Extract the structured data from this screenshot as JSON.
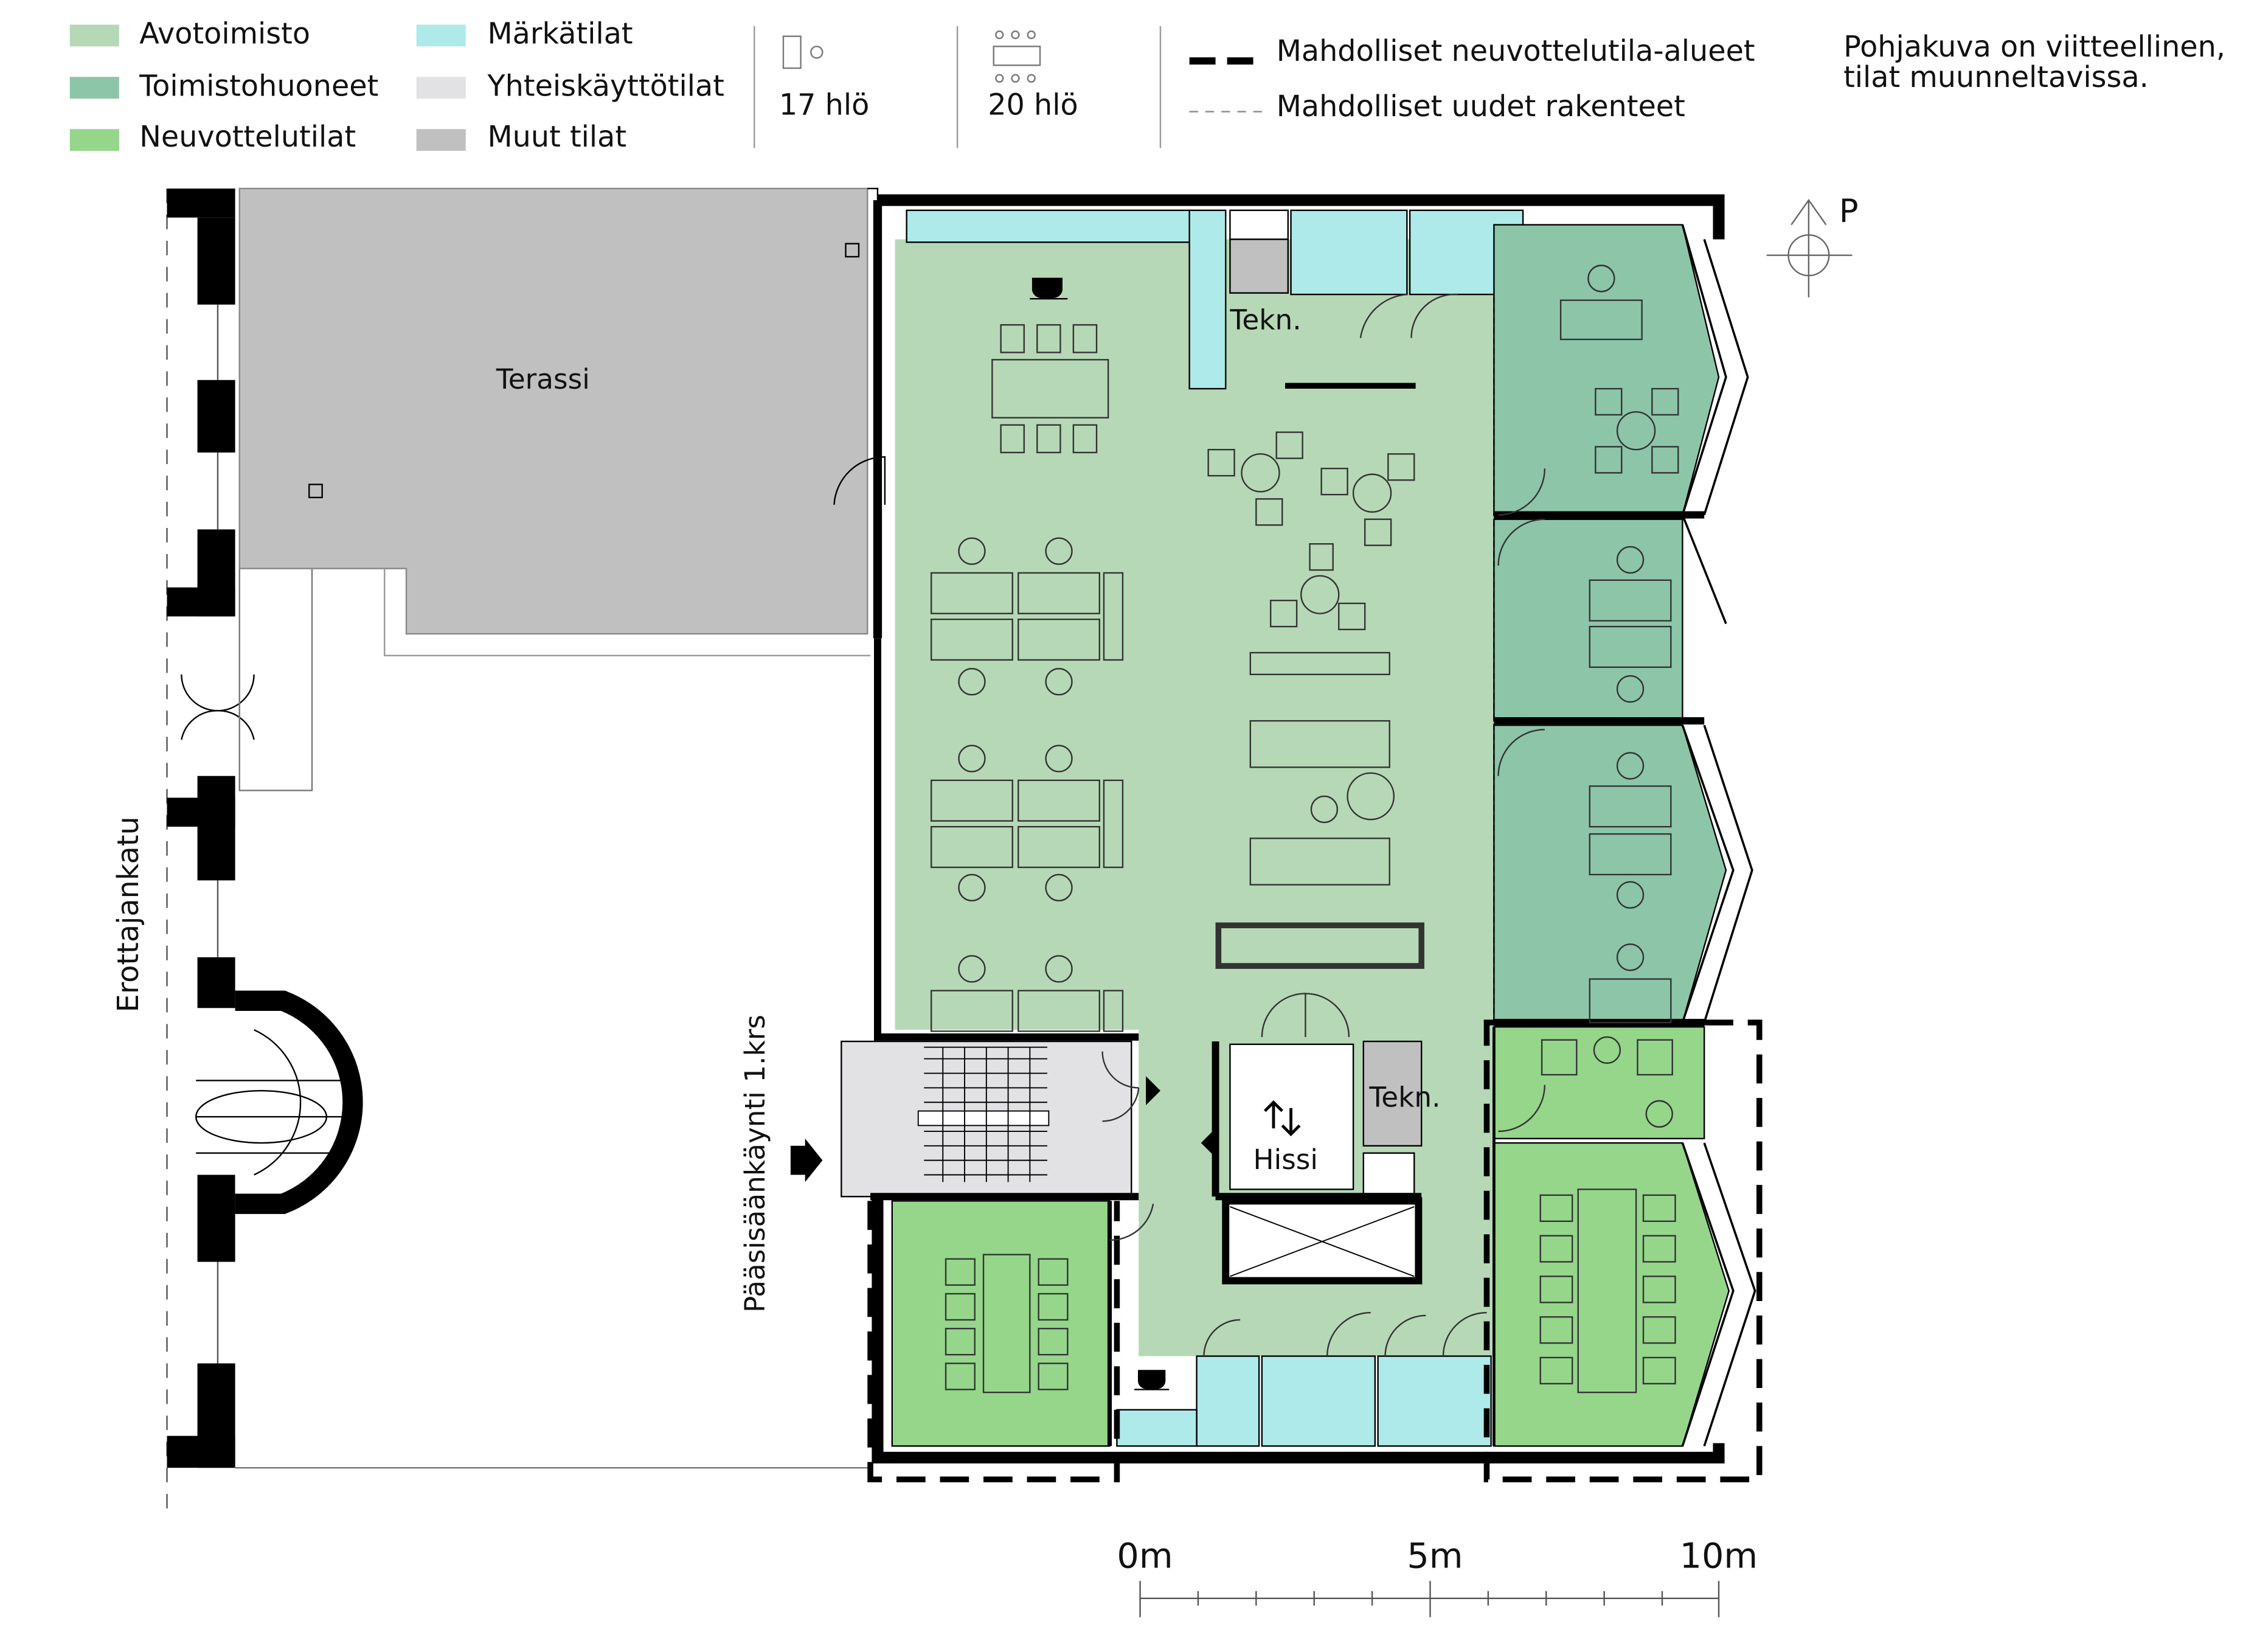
{
  "legend": {
    "zones": [
      {
        "label": "Avotoimisto",
        "color": "#b6d8b6"
      },
      {
        "label": "Toimistohuoneet",
        "color": "#8dc5a9"
      },
      {
        "label": "Neuvottelutilat",
        "color": "#95d68b"
      },
      {
        "label": "Märkätilat",
        "color": "#aeeaea"
      },
      {
        "label": "Yhteiskäyttötilat",
        "color": "#e2e2e4"
      },
      {
        "label": "Muut tilat",
        "color": "#c0c0c0"
      }
    ],
    "capacity": [
      {
        "label": "17 hlö",
        "icon": "workstation-icon"
      },
      {
        "label": "20 hlö",
        "icon": "meeting-table-icon"
      }
    ],
    "lines": [
      {
        "label": "Mahdolliset neuvottelutila-alueet",
        "style": "thick-dashed"
      },
      {
        "label": "Mahdolliset uudet rakenteet",
        "style": "thin-dashed"
      }
    ],
    "note_line1": "Pohjakuva on viitteellinen,",
    "note_line2": "tilat muunneltavissa."
  },
  "plan": {
    "terrace": "Terassi",
    "tech1": "Tekn.",
    "tech2": "Tekn.",
    "elevator": "Hissi",
    "street": "Erottajankatu",
    "entrance": "Pääsisäänkäynti 1.krs",
    "north": "P"
  },
  "scale": {
    "labels": [
      "0m",
      "5m",
      "10m"
    ]
  },
  "colors": {
    "avotoimisto": "#b6d8b6",
    "toimistohuoneet": "#8dc5a9",
    "neuvottelutilat": "#95d68b",
    "markatilat": "#aeeaea",
    "yhteiskaytto": "#e2e2e4",
    "muut": "#c0c0c0"
  }
}
